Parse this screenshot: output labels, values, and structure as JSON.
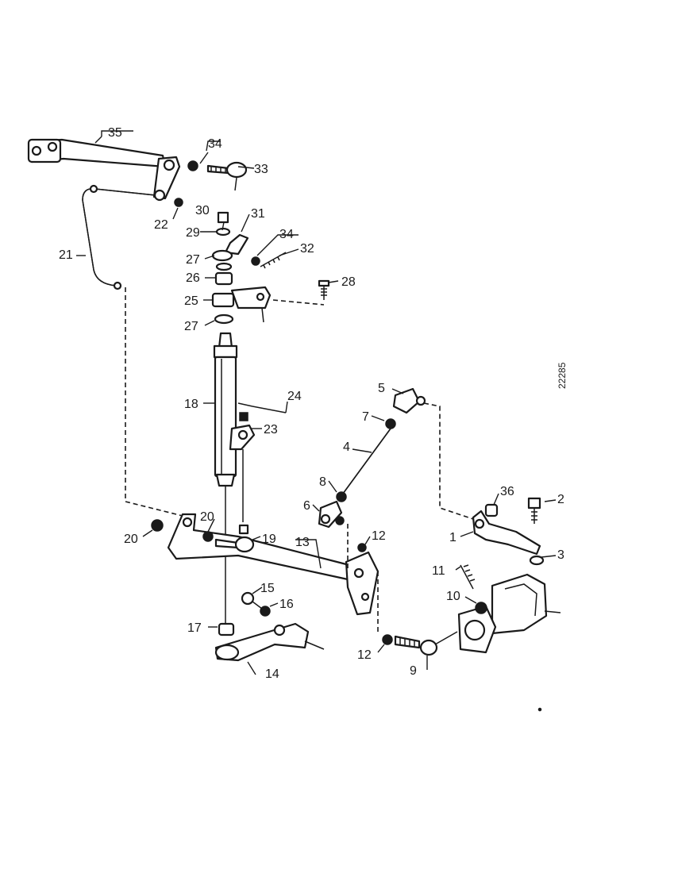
{
  "reference_code": "22285",
  "callouts": {
    "c1": "1",
    "c2": "2",
    "c3": "3",
    "c4": "4",
    "c5": "5",
    "c6": "6",
    "c7": "7",
    "c8": "8",
    "c9": "9",
    "c10": "10",
    "c11": "11",
    "c12a": "12",
    "c12b": "12",
    "c13": "13",
    "c14": "14",
    "c15": "15",
    "c16": "16",
    "c17": "17",
    "c18": "18",
    "c19": "19",
    "c20a": "20",
    "c20b": "20",
    "c21": "21",
    "c22": "22",
    "c23": "23",
    "c24": "24",
    "c25": "25",
    "c26": "26",
    "c27a": "27",
    "c27b": "27",
    "c28": "28",
    "c29": "29",
    "c30": "30",
    "c31": "31",
    "c32": "32",
    "c33": "33",
    "c34a": "34",
    "c34b": "34",
    "c35": "35",
    "c36": "36"
  }
}
